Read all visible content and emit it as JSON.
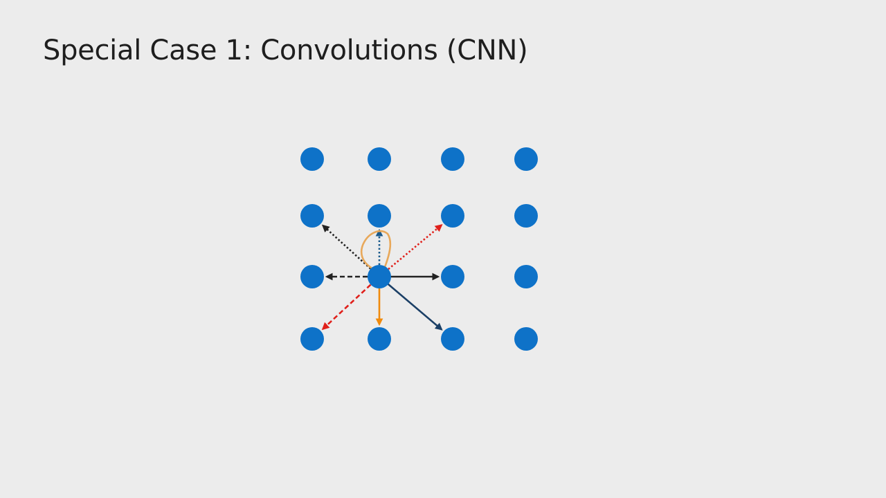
{
  "slide": {
    "title": "Special Case 1: Convolutions (CNN)"
  },
  "graph": {
    "rows": 4,
    "cols": 4,
    "node_color": "#0e72c8",
    "center_node": [
      2,
      1
    ],
    "edges": [
      {
        "name": "edge-up-left",
        "target": [
          1,
          0
        ],
        "style": "dotted",
        "color": "#222222"
      },
      {
        "name": "edge-up",
        "target": [
          1,
          1
        ],
        "style": "dotted",
        "color": "#1a5a8c"
      },
      {
        "name": "edge-up-right",
        "target": [
          1,
          2
        ],
        "style": "dotted",
        "color": "#e0201b"
      },
      {
        "name": "edge-left",
        "target": [
          2,
          0
        ],
        "style": "dashed",
        "color": "#222222"
      },
      {
        "name": "edge-right",
        "target": [
          2,
          2
        ],
        "style": "solid",
        "color": "#222222"
      },
      {
        "name": "edge-down-left",
        "target": [
          3,
          0
        ],
        "style": "dashed",
        "color": "#e0201b"
      },
      {
        "name": "edge-down",
        "target": [
          3,
          1
        ],
        "style": "solid",
        "color": "#f08a0c"
      },
      {
        "name": "edge-down-right",
        "target": [
          3,
          2
        ],
        "style": "solid",
        "color": "#1b3f66"
      }
    ],
    "self_loop": {
      "color": "#e8a85a"
    }
  }
}
